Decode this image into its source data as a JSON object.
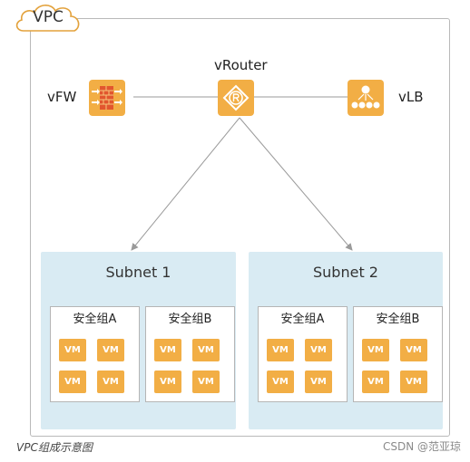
{
  "vpc": {
    "label": "VPC"
  },
  "nodes": {
    "vfw": {
      "label": "vFW"
    },
    "vrouter": {
      "label": "vRouter"
    },
    "vlb": {
      "label": "vLB"
    }
  },
  "subnets": [
    {
      "title": "Subnet 1",
      "groups": [
        {
          "title": "安全组A",
          "vms": [
            "VM",
            "VM",
            "VM",
            "VM"
          ]
        },
        {
          "title": "安全组B",
          "vms": [
            "VM",
            "VM",
            "VM",
            "VM"
          ]
        }
      ]
    },
    {
      "title": "Subnet 2",
      "groups": [
        {
          "title": "安全组A",
          "vms": [
            "VM",
            "VM",
            "VM",
            "VM"
          ]
        },
        {
          "title": "安全组B",
          "vms": [
            "VM",
            "VM",
            "VM",
            "VM"
          ]
        }
      ]
    }
  ],
  "caption": "VPC组成示意图",
  "watermark": "CSDN @范亚琼",
  "colors": {
    "icon": "#f2ae45",
    "subnet": "#d9ebf3",
    "line": "#9a9a9a",
    "frame": "#b9b9b9"
  },
  "icons": {
    "vfw": "firewall-icon",
    "vrouter": "router-icon",
    "vlb": "load-balancer-icon"
  }
}
